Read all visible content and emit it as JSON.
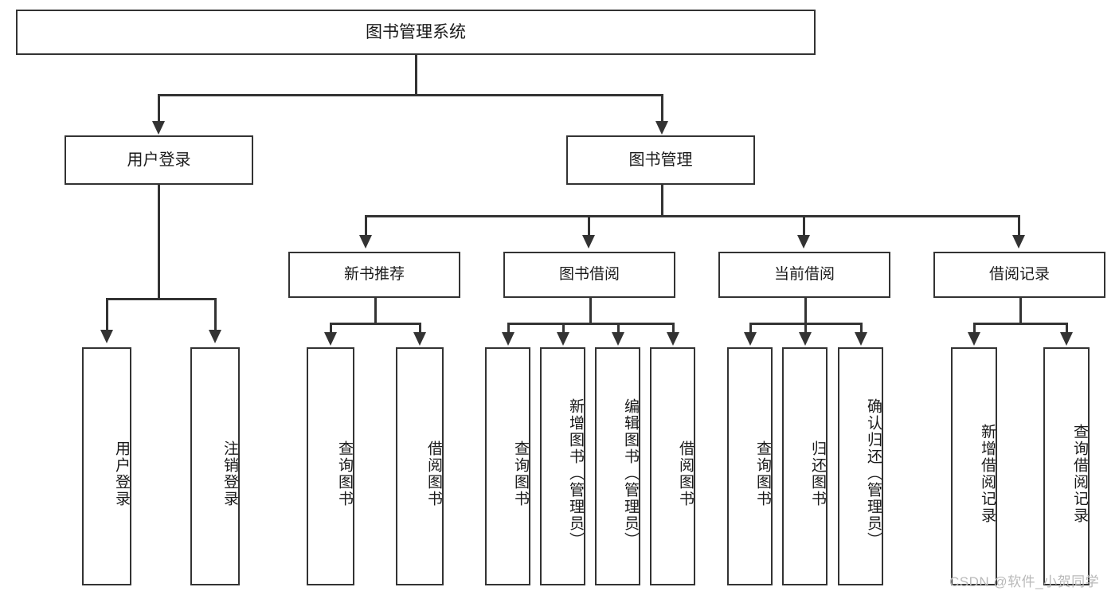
{
  "diagram": {
    "type": "hierarchy-tree",
    "title": "图书管理系统",
    "root": {
      "label": "图书管理系统"
    },
    "level1": [
      {
        "label": "用户登录"
      },
      {
        "label": "图书管理"
      }
    ],
    "level2": [
      {
        "label": "新书推荐"
      },
      {
        "label": "图书借阅"
      },
      {
        "label": "当前借阅"
      },
      {
        "label": "借阅记录"
      }
    ],
    "leaves": {
      "user_login": [
        {
          "label": "用户登录"
        },
        {
          "label": "注销登录"
        }
      ],
      "new_book_recommend": [
        {
          "label": "查询图书"
        },
        {
          "label": "借阅图书"
        }
      ],
      "book_borrow": [
        {
          "label": "查询图书"
        },
        {
          "label": "新增图书（管理员）"
        },
        {
          "label": "编辑图书（管理员）"
        },
        {
          "label": "借阅图书"
        }
      ],
      "current_borrow": [
        {
          "label": "查询图书"
        },
        {
          "label": "归还图书"
        },
        {
          "label": "确认归还（管理员）"
        }
      ],
      "borrow_record": [
        {
          "label": "新增借阅记录"
        },
        {
          "label": "查询借阅记录"
        }
      ]
    }
  },
  "watermark": {
    "text": "CSDN @软件_小贺同学"
  },
  "colors": {
    "stroke": "#333333",
    "fill": "#ffffff",
    "text": "#1a1a1a",
    "watermark": "#b9b9b9"
  }
}
